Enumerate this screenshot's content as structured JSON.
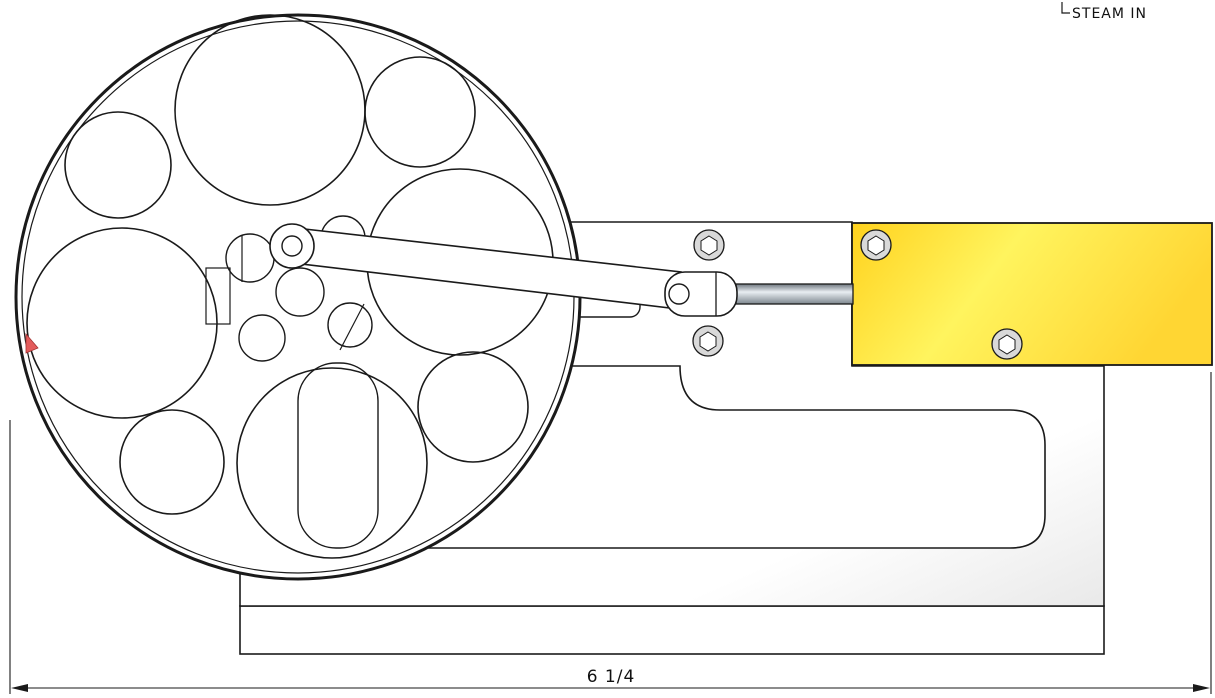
{
  "labels": {
    "callout": "STEAM IN",
    "overall_dimension": "6 1/4"
  },
  "colors": {
    "cylinder_fill": "#ffd633",
    "cylinder_light": "#fff25a",
    "marker": "#e35b5b",
    "outline": "#1a1a1a",
    "rod": "#9aa3ab"
  },
  "components": [
    "flywheel",
    "frame",
    "base-plate",
    "connecting-rod",
    "crosshead",
    "piston-rod",
    "cylinder",
    "bolts",
    "dimension-line"
  ]
}
